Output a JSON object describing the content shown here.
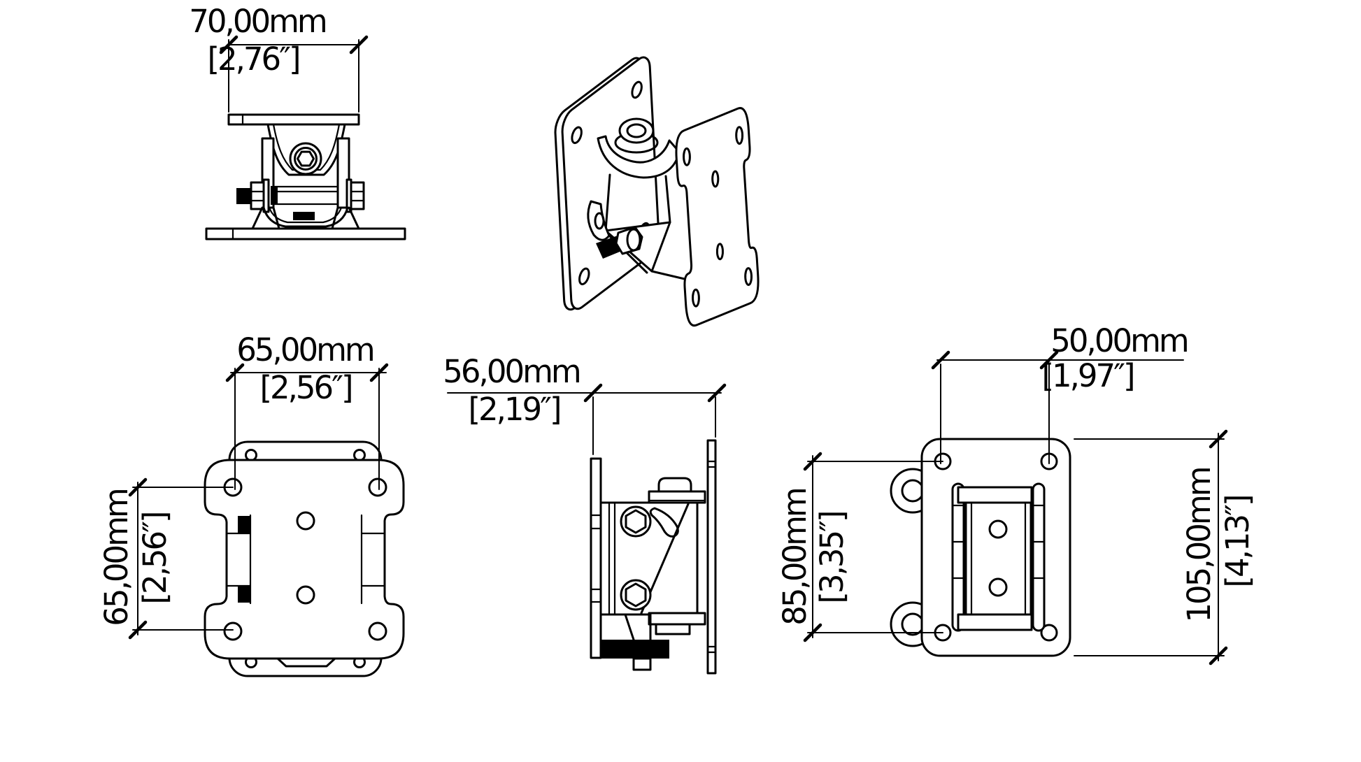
{
  "page": {
    "background": "#ffffff",
    "line_color": "#000000"
  },
  "views": {
    "top": {
      "dim_width": {
        "mm": "70,00mm",
        "in": "[2,76″]"
      }
    },
    "front": {
      "dim_width": {
        "mm": "65,00mm",
        "in": "[2,56″]"
      },
      "dim_height": {
        "mm": "65,00mm",
        "in": "[2,56″]"
      }
    },
    "side": {
      "dim_depth": {
        "mm": "56,00mm",
        "in": "[2,19″]"
      }
    },
    "rear": {
      "dim_hole_spacing_x": {
        "mm": "50,00mm",
        "in": "[1,97″]"
      },
      "dim_hole_spacing_y": {
        "mm": "85,00mm",
        "in": "[3,35″]"
      },
      "dim_plate_height": {
        "mm": "105,00mm",
        "in": "[4,13″]"
      }
    }
  }
}
